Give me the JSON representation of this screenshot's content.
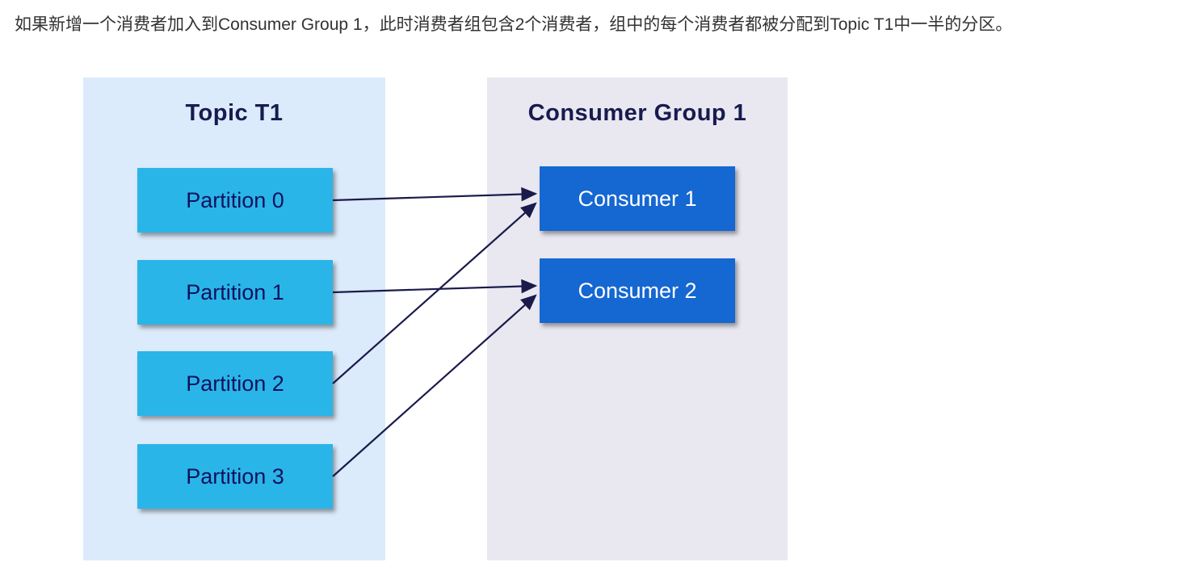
{
  "page": {
    "description": "如果新增一个消费者加入到Consumer Group 1，此时消费者组包含2个消费者，组中的每个消费者都被分配到Topic T1中一半的分区。"
  },
  "diagram": {
    "topic_panel": {
      "title": "Topic T1",
      "partitions": [
        "Partition 0",
        "Partition 1",
        "Partition 2",
        "Partition 3"
      ]
    },
    "consumer_panel": {
      "title": "Consumer Group 1",
      "consumers": [
        "Consumer 1",
        "Consumer 2"
      ]
    },
    "connections": [
      {
        "from": "partition-0",
        "to": "consumer-1"
      },
      {
        "from": "partition-1",
        "to": "consumer-2"
      },
      {
        "from": "partition-2",
        "to": "consumer-1"
      },
      {
        "from": "partition-3",
        "to": "consumer-2"
      }
    ],
    "colors": {
      "topic_panel_bg": "#dcebfb",
      "consumer_panel_bg": "#e9e8f1",
      "partition_fill": "#2ab5e8",
      "partition_text": "#10125c",
      "consumer_fill": "#1567d2",
      "title_text": "#181b4e",
      "arrow": "#1a1b4b"
    }
  }
}
